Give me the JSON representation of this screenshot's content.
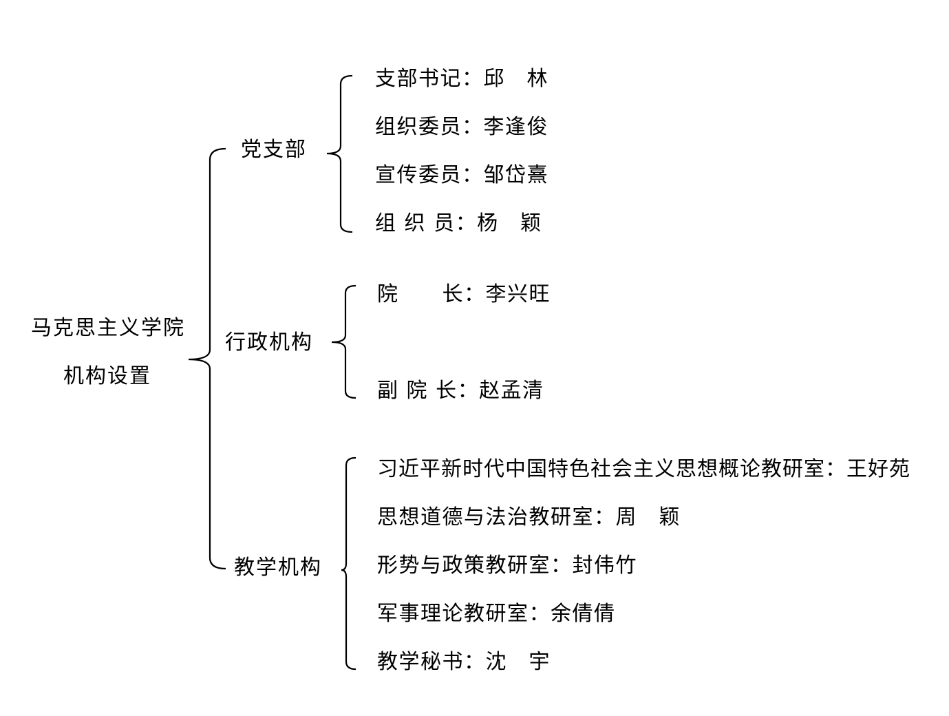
{
  "root": {
    "line1": "马克思主义学院",
    "line2": "机构设置"
  },
  "branches": [
    {
      "label": "党支部",
      "items": [
        "支部书记：邱　林",
        "组织委员：李逢俊",
        "宣传委员：邹岱熹",
        "组 织 员：杨　颖"
      ]
    },
    {
      "label": "行政机构",
      "items": [
        "院　　长：李兴旺",
        "副 院 长：赵孟清"
      ]
    },
    {
      "label": "教学机构",
      "items": [
        "习近平新时代中国特色社会主义思想概论教研室：王好苑",
        "思想道德与法治教研室：周　颖",
        "形势与政策教研室：封伟竹",
        "军事理论教研室：余倩倩",
        "教学秘书：沈　宇"
      ]
    }
  ]
}
